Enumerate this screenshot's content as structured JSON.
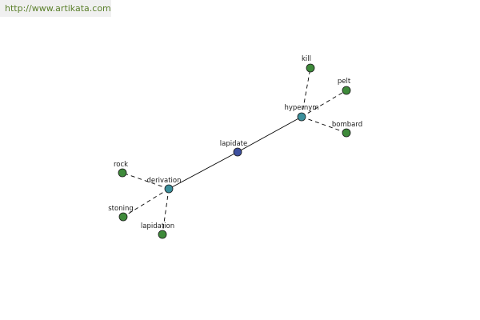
{
  "banner": {
    "url": "http://www.artikata.com",
    "color": "#5a7f2a"
  },
  "graph": {
    "colors": {
      "center": "#3d4f9e",
      "relation": "#3b8f9b",
      "leaf": "#3e8a3a",
      "edge": "#000000"
    },
    "nodes": [
      {
        "id": "lapidate",
        "label": "lapidate",
        "kind": "center"
      },
      {
        "id": "hypernym",
        "label": "hypernym",
        "kind": "relation"
      },
      {
        "id": "derivation",
        "label": "derivation",
        "kind": "relation"
      },
      {
        "id": "kill",
        "label": "kill",
        "kind": "leaf"
      },
      {
        "id": "pelt",
        "label": "pelt",
        "kind": "leaf"
      },
      {
        "id": "bombard",
        "label": "bombard",
        "kind": "leaf"
      },
      {
        "id": "rock",
        "label": "rock",
        "kind": "leaf"
      },
      {
        "id": "stoning",
        "label": "stoning",
        "kind": "leaf"
      },
      {
        "id": "lapidation",
        "label": "lapidation",
        "kind": "leaf"
      }
    ],
    "edges": [
      {
        "from": "lapidate",
        "to": "hypernym",
        "style": "solid"
      },
      {
        "from": "lapidate",
        "to": "derivation",
        "style": "solid"
      },
      {
        "from": "hypernym",
        "to": "kill",
        "style": "dashed"
      },
      {
        "from": "hypernym",
        "to": "pelt",
        "style": "dashed"
      },
      {
        "from": "hypernym",
        "to": "bombard",
        "style": "dashed"
      },
      {
        "from": "derivation",
        "to": "rock",
        "style": "dashed"
      },
      {
        "from": "derivation",
        "to": "stoning",
        "style": "dashed"
      },
      {
        "from": "derivation",
        "to": "lapidation",
        "style": "dashed"
      }
    ]
  }
}
